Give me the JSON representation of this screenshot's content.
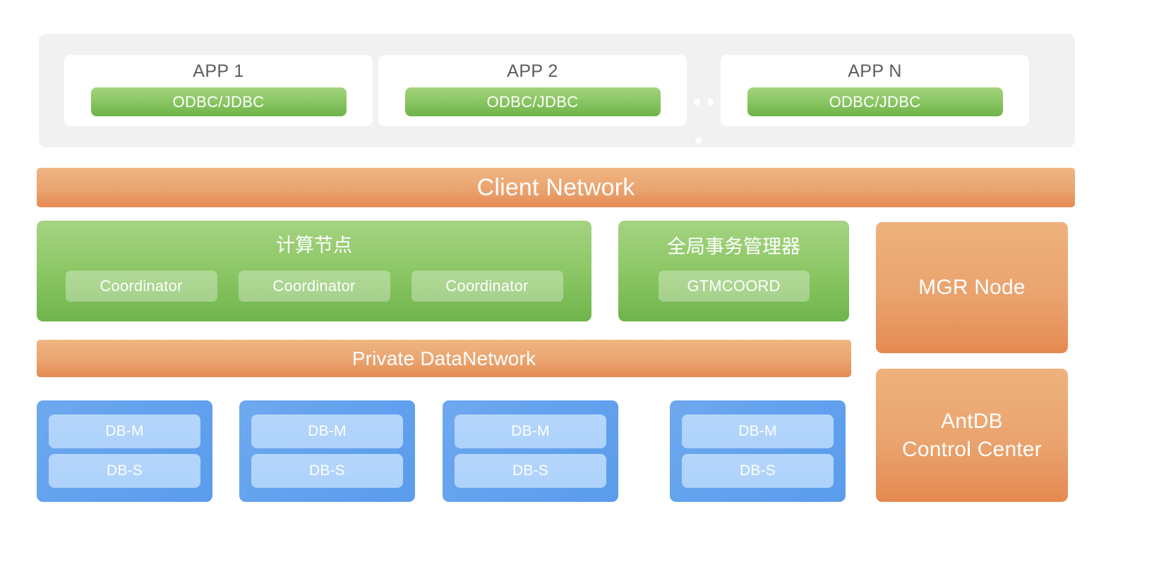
{
  "diagram": {
    "app_band": {
      "apps": [
        {
          "title": "APP 1",
          "connector": "ODBC/JDBC"
        },
        {
          "title": "APP 2",
          "connector": "ODBC/JDBC"
        },
        {
          "title": "APP N",
          "connector": "ODBC/JDBC"
        }
      ],
      "ellipsis": "• •",
      "background_color": "#f1f1f1"
    },
    "client_network": {
      "label": "Client Network",
      "color": "#eaa470"
    },
    "compute_node": {
      "title": "计算节点",
      "nodes": [
        "Coordinator",
        "Coordinator",
        "Coordinator"
      ],
      "color": "#8cc765"
    },
    "gtm": {
      "title": "全局事务管理器",
      "nodes": [
        "GTMCOORD"
      ],
      "color": "#8cc765"
    },
    "private_network": {
      "label": "Private DataNetwork",
      "color": "#eaa470"
    },
    "db_groups": [
      {
        "master": "DB-M",
        "slave": "DB-S"
      },
      {
        "master": "DB-M",
        "slave": "DB-S"
      },
      {
        "master": "DB-M",
        "slave": "DB-S"
      },
      {
        "master": "DB-M",
        "slave": "DB-S"
      }
    ],
    "side_panels": {
      "mgr_node": "MGR Node",
      "control_center": "AntDB\nControl Center",
      "color": "#eaa36e"
    }
  }
}
